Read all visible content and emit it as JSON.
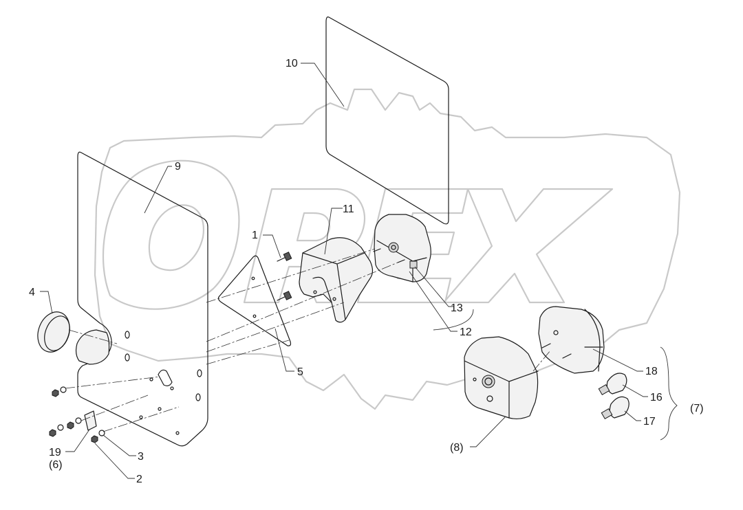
{
  "diagram": {
    "corner_mark": "",
    "watermark": {
      "text": "OREX",
      "color": "#c9c9c9"
    },
    "line_color": "#1a1a1a",
    "callouts": [
      "1",
      "2",
      "3",
      "4",
      "5",
      "(6)",
      "(7)",
      "(8)",
      "9",
      "10",
      "11",
      "12",
      "13",
      "16",
      "17",
      "18",
      "19"
    ]
  }
}
